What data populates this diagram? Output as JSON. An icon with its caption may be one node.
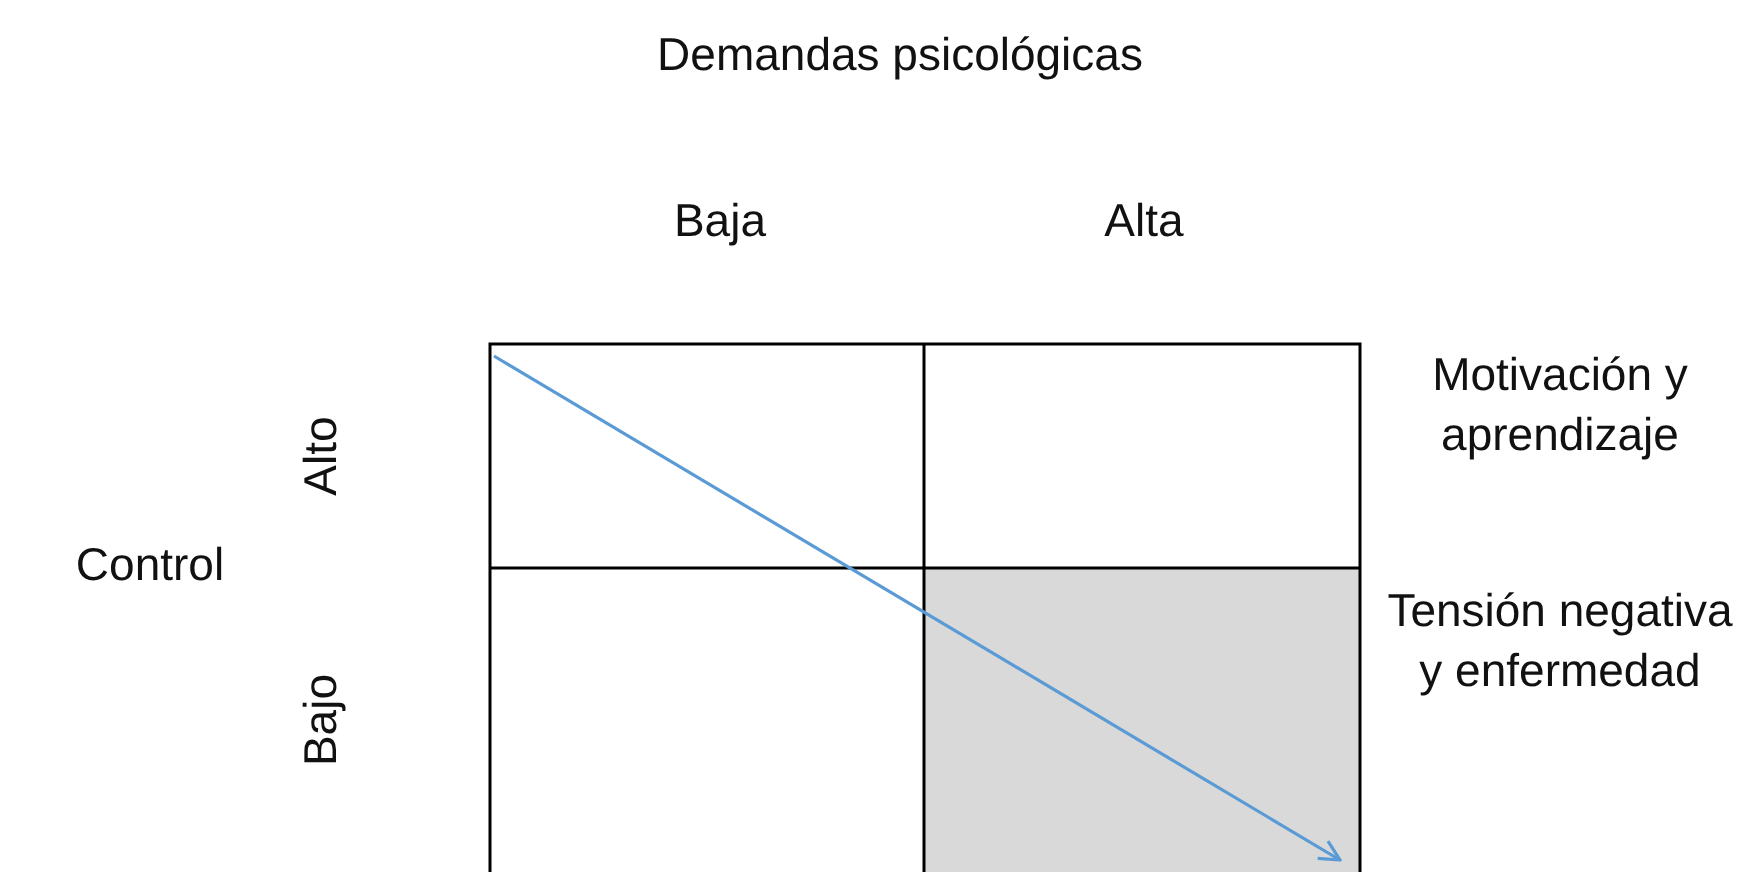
{
  "diagram": {
    "labels": [
      "Demandas psicológicas",
      "Baja",
      "Alta",
      "Motivación y aprendizaje",
      "Alto",
      "Control",
      "Tensión negativa y enfermedad",
      "Bajo"
    ]
  }
}
